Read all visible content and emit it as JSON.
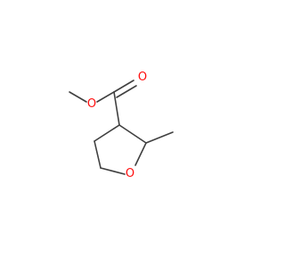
{
  "molecule": {
    "atoms": [
      {
        "id": "O_methoxy",
        "label": "O",
        "color": "#ff0d0d"
      },
      {
        "id": "O_carbonyl",
        "label": "O",
        "color": "#ff0d0d"
      },
      {
        "id": "O_ring",
        "label": "O",
        "color": "#ff0d0d"
      }
    ],
    "bond_color": "#404040"
  }
}
